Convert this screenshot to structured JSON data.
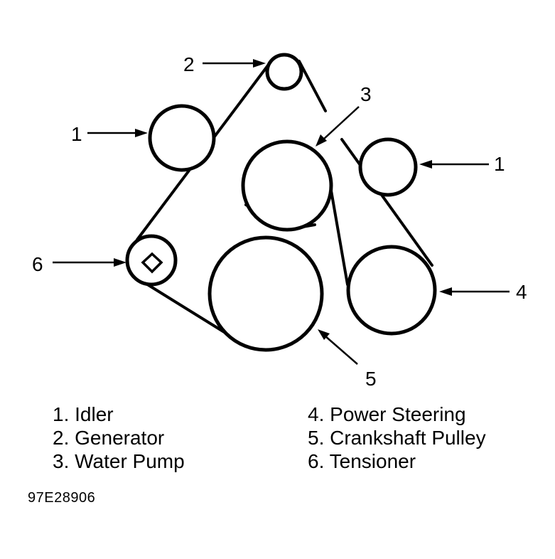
{
  "diagram": {
    "callouts": {
      "generator": "2",
      "water_pump": "3",
      "idler_left": "1",
      "idler_right": "1",
      "tensioner": "6",
      "power_steering": "4",
      "crankshaft": "5"
    },
    "legend": [
      {
        "number": "1.",
        "name": "Idler"
      },
      {
        "number": "2.",
        "name": "Generator"
      },
      {
        "number": "3.",
        "name": "Water Pump"
      },
      {
        "number": "4.",
        "name": "Power Steering"
      },
      {
        "number": "5.",
        "name": "Crankshaft Pulley"
      },
      {
        "number": "6.",
        "name": "Tensioner"
      }
    ],
    "figure_code": "97E28906"
  },
  "colors": {
    "line": "#000000",
    "background": "#ffffff"
  }
}
